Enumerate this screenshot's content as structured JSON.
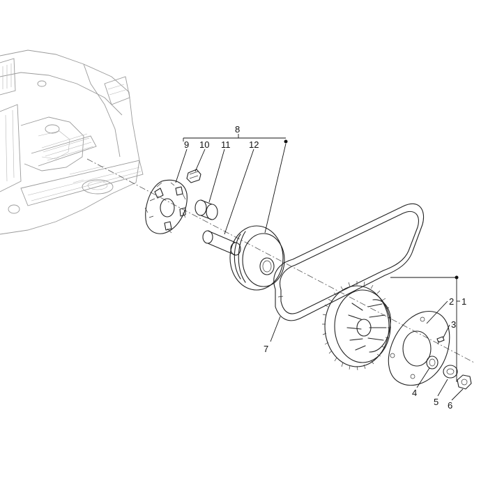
{
  "callouts": [
    {
      "id": "c1",
      "label": "1",
      "part": "drive-pulley-assembly"
    },
    {
      "id": "c2",
      "label": "2",
      "part": "fan-cover"
    },
    {
      "id": "c3",
      "label": "3",
      "part": "screw"
    },
    {
      "id": "c4",
      "label": "4",
      "part": "spacer-washer"
    },
    {
      "id": "c5",
      "label": "5",
      "part": "washer"
    },
    {
      "id": "c6",
      "label": "6",
      "part": "nut"
    },
    {
      "id": "c7",
      "label": "7",
      "part": "drive-belt"
    },
    {
      "id": "c8",
      "label": "8",
      "part": "driving-half-pulley-group"
    },
    {
      "id": "c9",
      "label": "9",
      "part": "ramp-plate"
    },
    {
      "id": "c10",
      "label": "10",
      "part": "slider"
    },
    {
      "id": "c11",
      "label": "11",
      "part": "roller"
    },
    {
      "id": "c12",
      "label": "12",
      "part": "bushing"
    }
  ]
}
